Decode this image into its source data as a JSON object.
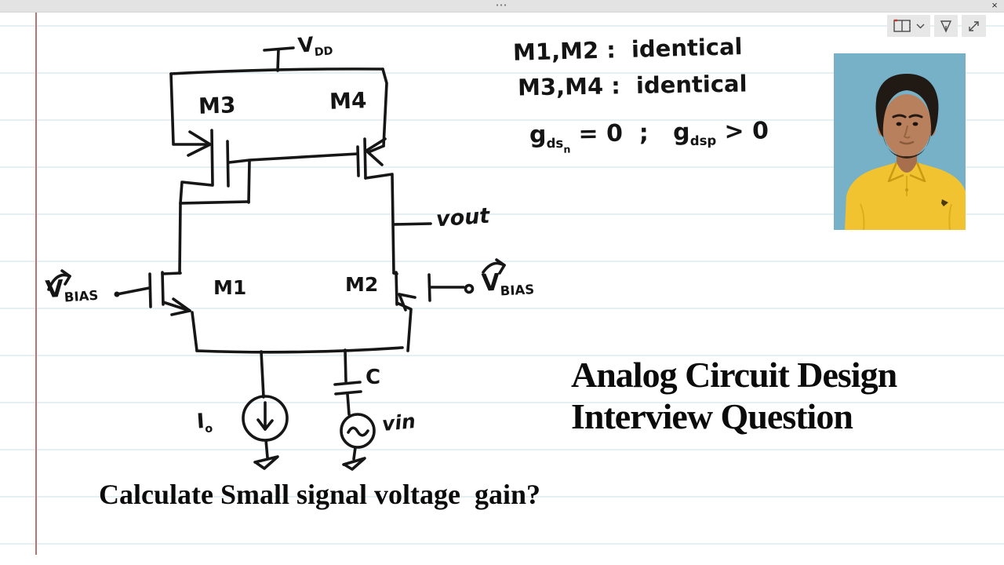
{
  "window": {
    "menu_ellipsis": "⋯",
    "close_glyph": "×"
  },
  "toolbar": {
    "buttons": [
      "reading-view-dropdown",
      "pen-tool",
      "expand-fullscreen"
    ]
  },
  "annotations": {
    "identical_line1": "M1,M2 :  identical",
    "identical_line2": "M3,M4 :  identical",
    "equation": {
      "g1": "g",
      "sub1": "ds",
      "sub1b": "n",
      "mid": " = 0  ;   ",
      "g2": "g",
      "sub2": "dsp",
      "gt": " > 0"
    }
  },
  "circuit": {
    "labels": {
      "vdd_base": "V",
      "vdd_sub": "DD",
      "m3": "M3",
      "m4": "M4",
      "m1": "M1",
      "m2": "M2",
      "vout": "vout",
      "vbias_base": "V",
      "vbias_sub": "BIAS",
      "i0_base": "I",
      "i0_sub": "o",
      "cap": "C",
      "vin": "vin"
    }
  },
  "headings": {
    "line1": "Analog Circuit Design",
    "line2": "Interview Question"
  },
  "question": "Calculate Small signal voltage  gain?",
  "colors": {
    "ink": "#161616",
    "margin_line": "#bb7272",
    "rule_line": "#e6eff2",
    "titlebar": "#e3e3e3",
    "photo_bg": "#76b1c8",
    "shirt": "#f2c330"
  }
}
